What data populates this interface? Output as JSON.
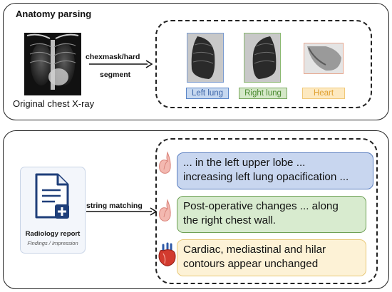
{
  "top_panel": {
    "title": "Anatomy parsing",
    "source_caption": "Original chest X-ray",
    "arrow_label_line1": "chexmask/hard",
    "arrow_label_line2": "segment",
    "parts": [
      {
        "label": "Left lung",
        "fill": "#c6d8f0",
        "stroke": "#5a86c8",
        "text_color": "#3a64a8"
      },
      {
        "label": "Right lung",
        "fill": "#d5e8c8",
        "stroke": "#7aa860",
        "text_color": "#4a8a30"
      },
      {
        "label": "Heart",
        "fill": "#fde9c0",
        "stroke": "#f0c878",
        "text_color": "#e0a030"
      }
    ]
  },
  "bottom_panel": {
    "report_title": "Radiology report",
    "report_subtitle": "Findings / Impression",
    "arrow_label": "string matching",
    "sentences": [
      {
        "text_line1": "... in the left upper lobe ...",
        "text_line2": "increasing left lung opacification ...",
        "fill": "#c8d6ef",
        "stroke": "#5a7ec0",
        "icon": "lung-icon"
      },
      {
        "text_line1": "Post-operative changes ... along",
        "text_line2": "the right chest wall.",
        "fill": "#d8ebcf",
        "stroke": "#6ea055",
        "icon": "lung-icon"
      },
      {
        "text_line1": "Cardiac, mediastinal and hilar",
        "text_line2": "contours appear unchanged",
        "fill": "#fdf2d6",
        "stroke": "#e8c878",
        "icon": "heart-icon"
      }
    ]
  }
}
